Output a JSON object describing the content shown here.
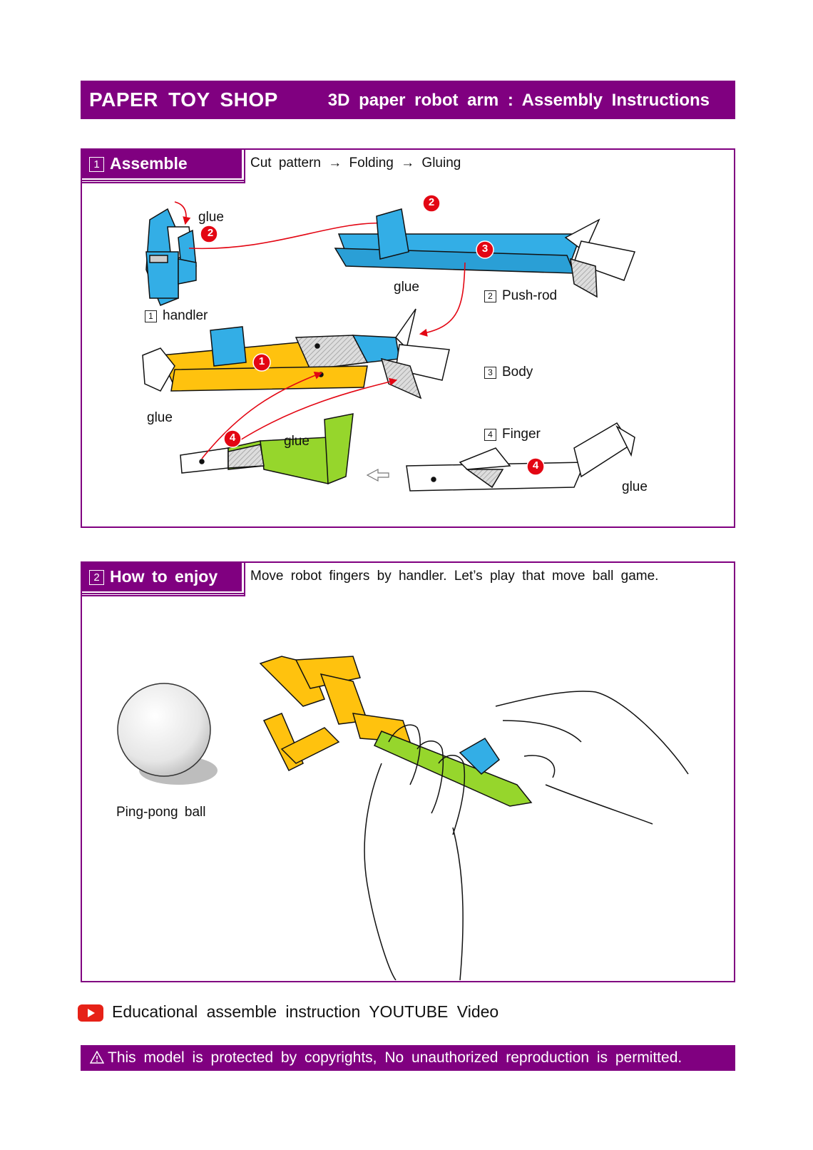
{
  "header": {
    "shop_title": "PAPER TOY SHOP",
    "subtitle": "3D paper robot arm : Assembly Instructions",
    "color": "#800080"
  },
  "section1": {
    "number": "1",
    "title": "Assemble",
    "description": "Cut pattern → Folding → Gluing",
    "labels": {
      "handler": "handler",
      "handler_num": "1",
      "push_rod": "Push-rod",
      "push_rod_num": "2",
      "body": "Body",
      "body_num": "3",
      "finger": "Finger",
      "finger_num": "4",
      "glue": "glue"
    },
    "step_markers": [
      "1",
      "2",
      "3",
      "4"
    ],
    "colors": {
      "blue": "#33aee6",
      "yellow": "#ffc20e",
      "green": "#96d62c",
      "marker": "#e30613"
    }
  },
  "section2": {
    "number": "2",
    "title": "How to enjoy",
    "description": "Move robot fingers by handler. Let’s play that move ball game.",
    "ball_label": "Ping-pong ball"
  },
  "youtube": {
    "text": "Educational assemble instruction YOUTUBE Video",
    "icon": "youtube-icon",
    "color": "#e62117"
  },
  "footer": {
    "text": "This model is protected by copyrights, No unauthorized reproduction is permitted.",
    "icon": "warning-icon"
  }
}
